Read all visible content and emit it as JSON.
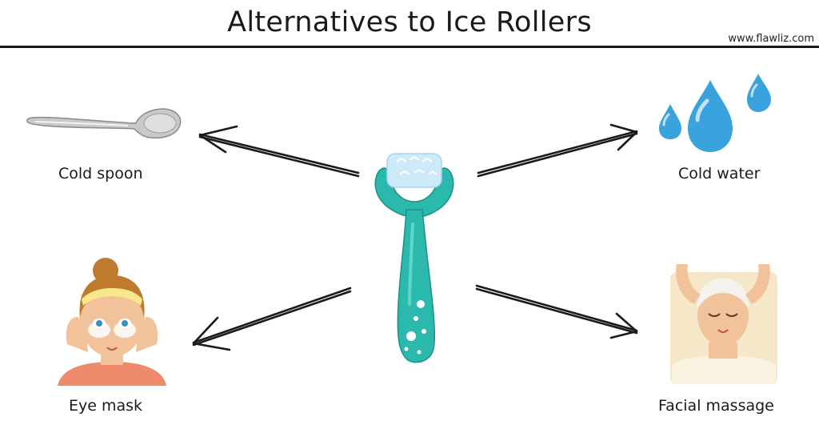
{
  "title": "Alternatives to Ice Rollers",
  "website": "www.flawliz.com",
  "center": {
    "icon": "ice-roller-icon"
  },
  "items": [
    {
      "label": "Cold spoon",
      "icon": "spoon-icon"
    },
    {
      "label": "Cold water",
      "icon": "water-drops-icon"
    },
    {
      "label": "Eye mask",
      "icon": "eye-mask-woman-icon"
    },
    {
      "label": "Facial massage",
      "icon": "facial-massage-icon"
    }
  ],
  "colors": {
    "roller": "#2bb9ae",
    "roller_head": "#cdeaf8",
    "water": "#3aa2dd",
    "skin": "#f2c29a",
    "towel": "#f6e7c8"
  }
}
